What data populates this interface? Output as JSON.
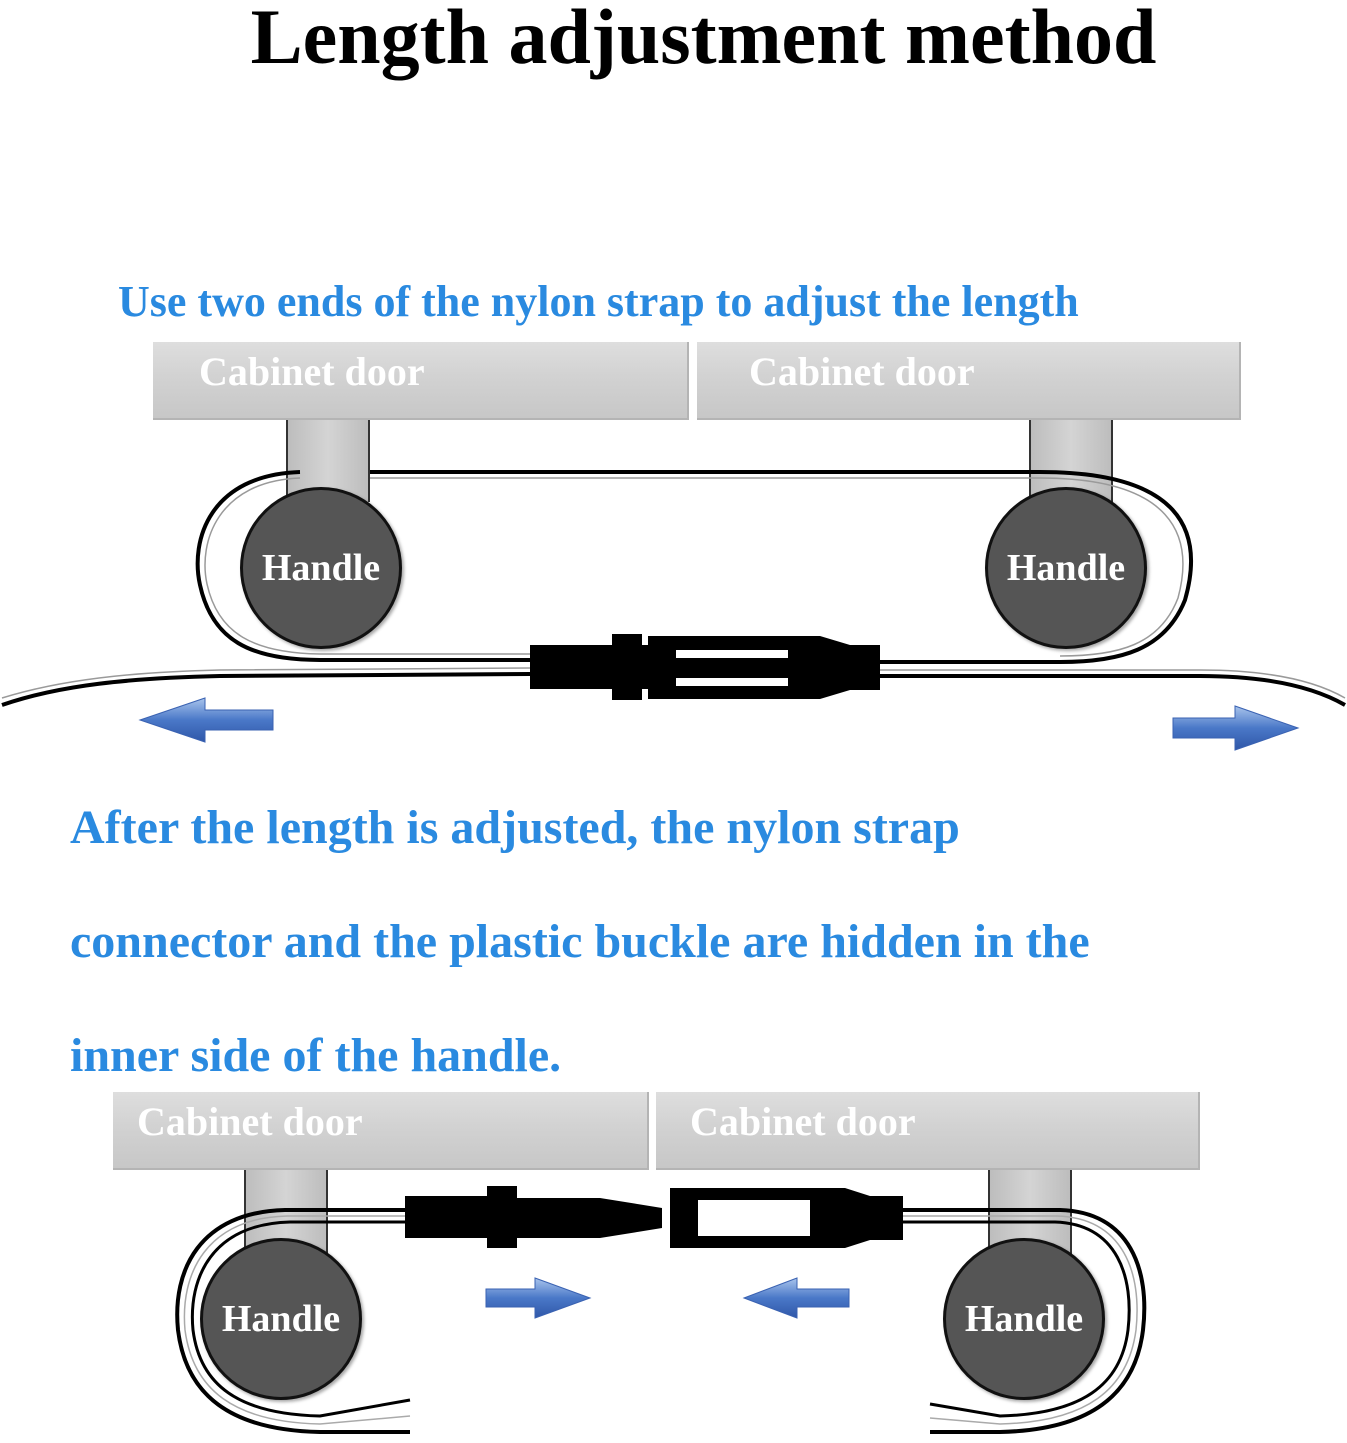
{
  "title": "Length adjustment method",
  "step1": {
    "caption": "Use two ends of the nylon strap to adjust the length",
    "door_left": "Cabinet door",
    "door_right": "Cabinet door",
    "handle_left": "Handle",
    "handle_right": "Handle"
  },
  "step2": {
    "caption_lines": [
      "After the length is adjusted, the nylon strap",
      "connector and the plastic buckle are hidden in the",
      "inner side of the handle."
    ],
    "door_left": "Cabinet door",
    "door_right": "Cabinet door",
    "handle_left": "Handle",
    "handle_right": "Handle"
  },
  "colors": {
    "caption": "#2a8ae0",
    "door": "#d2d2d2",
    "handle": "#555555",
    "arrow": "#4a78c8",
    "strap": "#000000"
  }
}
